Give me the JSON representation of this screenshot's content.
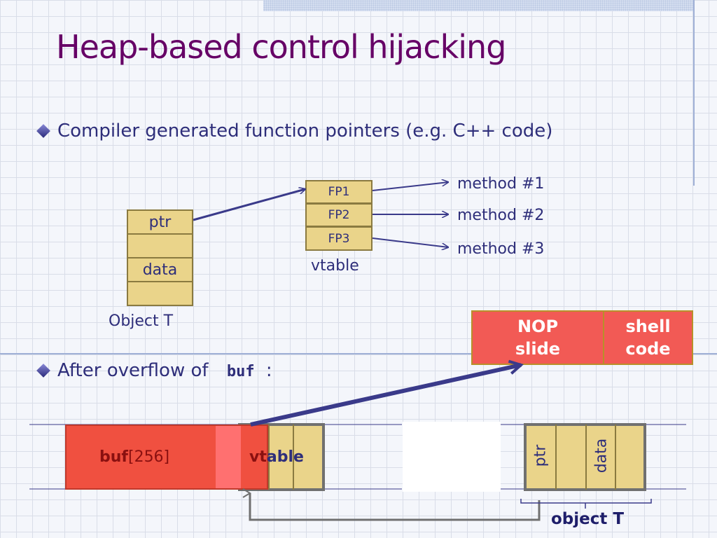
{
  "title": "Heap-based control hijacking",
  "bullets": {
    "first": "Compiler generated function pointers   (e.g.  C++ code)",
    "second_prefix": "After overflow of",
    "second_code": "buf",
    "second_suffix": ":"
  },
  "object": {
    "cells": [
      "ptr",
      "",
      "data",
      ""
    ],
    "caption": "Object  T"
  },
  "vtable": {
    "entries": [
      "FP1",
      "FP2",
      "FP3"
    ],
    "caption": "vtable"
  },
  "methods": [
    "method #1",
    "method #2",
    "method #3"
  ],
  "payload": {
    "nop_line1": "NOP",
    "nop_line2": "slide",
    "shell_line1": "shell",
    "shell_line2": "code"
  },
  "memory": {
    "buf_bold": "buf",
    "buf_size": "[256]",
    "vtable_red": "vt",
    "vtable_rest": "able",
    "ptr_label": "ptr",
    "data_label": "data",
    "object_caption": "object T"
  },
  "colors": {
    "title": "#660066",
    "text": "#2e2e7a",
    "cell_fill": "#ead48a",
    "overflow_red": "#f05040",
    "arrow": "#3a3a8a"
  }
}
